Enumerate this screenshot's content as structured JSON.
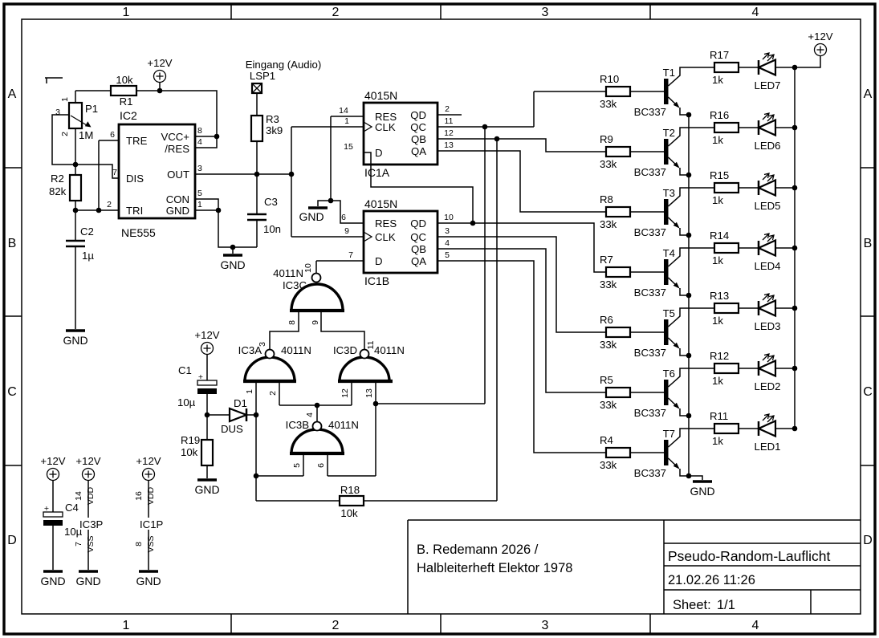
{
  "frame": {
    "columns": [
      "1",
      "2",
      "3",
      "4"
    ],
    "rows": [
      "A",
      "B",
      "C",
      "D"
    ]
  },
  "title_block": {
    "author_line1": "B. Redemann 2026 /",
    "author_line2": "Halbleiterheft Elektor 1978",
    "title": "Pseudo-Random-Lauflicht",
    "date": "21.02.26 11:26",
    "sheet_label": "Sheet:",
    "sheet_value": "1/1"
  },
  "power": {
    "vcc": "+12V",
    "gnd": "GND"
  },
  "input": {
    "label": "Eingang (Audio)",
    "designator": "LSP1"
  },
  "timer": {
    "designator": "IC2",
    "part": "NE555",
    "pins": {
      "tre": {
        "num": "6",
        "name": "TRE"
      },
      "dis": {
        "num": "7",
        "name": "DIS"
      },
      "tri": {
        "num": "2",
        "name": "TRI"
      },
      "vcc": {
        "num": "8",
        "name": "VCC+"
      },
      "res": {
        "num": "4",
        "name": "/RES"
      },
      "out": {
        "num": "3",
        "name": "OUT"
      },
      "con": {
        "num": "5",
        "name": "CON"
      },
      "gnd": {
        "num": "1",
        "name": "GND"
      }
    }
  },
  "pot": {
    "designator": "P1",
    "value": "1M",
    "pin_top": "1",
    "pin_wiper": "3",
    "pin_bottom": "2"
  },
  "resistors": {
    "R1": {
      "name": "R1",
      "value": "10k"
    },
    "R2": {
      "name": "R2",
      "value": "82k"
    },
    "R3": {
      "name": "R3",
      "value": "3k9"
    },
    "R18": {
      "name": "R18",
      "value": "10k"
    },
    "R19": {
      "name": "R19",
      "value": "10k"
    }
  },
  "capacitors": {
    "C1": {
      "name": "C1",
      "value": "10µ",
      "polarity": "+"
    },
    "C2": {
      "name": "C2",
      "value": "1µ"
    },
    "C3": {
      "name": "C3",
      "value": "10n"
    },
    "C4": {
      "name": "C4",
      "value": "10µ",
      "polarity": "+"
    }
  },
  "diode": {
    "name": "D1",
    "part": "DUS"
  },
  "shift_register_a": {
    "designator": "IC1A",
    "part": "4015N",
    "left": [
      {
        "num": "14",
        "name": "RES"
      },
      {
        "num": "1",
        "name": "CLK"
      },
      {
        "num": "15",
        "name": "D"
      }
    ],
    "right": [
      {
        "num": "2",
        "name": "QD"
      },
      {
        "num": "11",
        "name": "QC"
      },
      {
        "num": "12",
        "name": "QB"
      },
      {
        "num": "13",
        "name": "QA"
      }
    ]
  },
  "shift_register_b": {
    "designator": "IC1B",
    "part": "4015N",
    "left": [
      {
        "num": "6",
        "name": "RES"
      },
      {
        "num": "9",
        "name": "CLK"
      },
      {
        "num": "7",
        "name": "D"
      }
    ],
    "right": [
      {
        "num": "10",
        "name": "QD"
      },
      {
        "num": "3",
        "name": "QC"
      },
      {
        "num": "4",
        "name": "QB"
      },
      {
        "num": "5",
        "name": "QA"
      }
    ]
  },
  "gates": {
    "IC3C": {
      "designator": "IC3C",
      "part": "4011N",
      "out": "10",
      "in1": "8",
      "in2": "9"
    },
    "IC3A": {
      "designator": "IC3A",
      "part": "4011N",
      "out": "3",
      "in1": "1",
      "in2": "2"
    },
    "IC3D": {
      "designator": "IC3D",
      "part": "4011N",
      "out": "11",
      "in1": "12",
      "in2": "13"
    },
    "IC3B": {
      "designator": "IC3B",
      "part": "4011N",
      "out": "4",
      "in1": "5",
      "in2": "6"
    }
  },
  "power_pins": [
    {
      "designator": "IC3P",
      "vdd_num": "14",
      "vdd": "VDD",
      "vss_num": "7",
      "vss": "VSS"
    },
    {
      "designator": "IC1P",
      "vdd_num": "16",
      "vdd": "VDD",
      "vss_num": "8",
      "vss": "VSS"
    }
  ],
  "channels": [
    {
      "transistor": "T1",
      "transistor_part": "BC337",
      "base_resistor": "R10",
      "base_value": "33k",
      "led_resistor": "R17",
      "led_value": "1k",
      "led": "LED7"
    },
    {
      "transistor": "T2",
      "transistor_part": "BC337",
      "base_resistor": "R9",
      "base_value": "33k",
      "led_resistor": "R16",
      "led_value": "1k",
      "led": "LED6"
    },
    {
      "transistor": "T3",
      "transistor_part": "BC337",
      "base_resistor": "R8",
      "base_value": "33k",
      "led_resistor": "R15",
      "led_value": "1k",
      "led": "LED5"
    },
    {
      "transistor": "T4",
      "transistor_part": "BC337",
      "base_resistor": "R7",
      "base_value": "33k",
      "led_resistor": "R14",
      "led_value": "1k",
      "led": "LED4"
    },
    {
      "transistor": "T5",
      "transistor_part": "BC337",
      "base_resistor": "R6",
      "base_value": "33k",
      "led_resistor": "R13",
      "led_value": "1k",
      "led": "LED3"
    },
    {
      "transistor": "T6",
      "transistor_part": "BC337",
      "base_resistor": "R5",
      "base_value": "33k",
      "led_resistor": "R12",
      "led_value": "1k",
      "led": "LED2"
    },
    {
      "transistor": "T7",
      "transistor_part": "BC337",
      "base_resistor": "R4",
      "base_value": "33k",
      "led_resistor": "R11",
      "led_value": "1k",
      "led": "LED1"
    }
  ]
}
